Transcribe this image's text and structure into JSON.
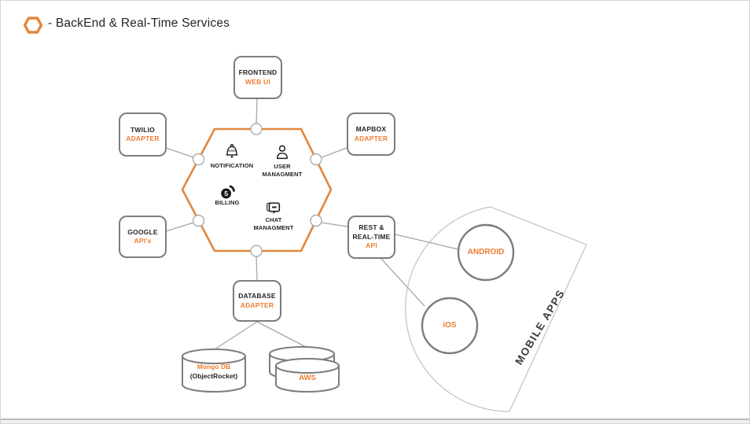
{
  "title": {
    "text": "- BackEnd & Real-Time Services"
  },
  "colors": {
    "accent_orange": "#ED7D31",
    "hexagon_stroke": "#E2873D",
    "node_border_gray": "#7C7C7C",
    "connector_gray": "#A6A6A6",
    "region_outline_gray": "#C2C2C2",
    "text_dark": "#262626"
  },
  "hexagon": {
    "services": [
      {
        "id": "notification",
        "icon": "bell-icon",
        "label": "NOTIFICATION"
      },
      {
        "id": "user-managment",
        "icon": "user-icon",
        "label_line1": "USER",
        "label_line2": "MANAGMENT"
      },
      {
        "id": "billing",
        "icon": "coin-icon",
        "coin_value": "5",
        "label": "BILLING"
      },
      {
        "id": "chat-managment",
        "icon": "chat-icon",
        "label_line1": "CHAT",
        "label_line2": "MANAGMENT"
      }
    ]
  },
  "nodes": [
    {
      "id": "frontend",
      "line1": "FRONTEND",
      "line2": "WEB UI"
    },
    {
      "id": "twilio",
      "line1": "TWILIO",
      "line2": "ADAPTER"
    },
    {
      "id": "mapbox",
      "line1": "MAPBOX",
      "line2": "ADAPTER"
    },
    {
      "id": "google",
      "line1": "GOOGLE",
      "line2": "API's"
    },
    {
      "id": "rest-api",
      "line1": "REST &",
      "line2": "REAL-TIME",
      "line3": "API"
    },
    {
      "id": "database",
      "line1": "DATABASE",
      "line2": "ADAPTER"
    }
  ],
  "mobile": {
    "region_label": "MOBILE APPS",
    "apps": [
      {
        "id": "android",
        "label": "ANDROID"
      },
      {
        "id": "ios",
        "label": "iOS"
      }
    ]
  },
  "databases": [
    {
      "id": "mongo",
      "line1": "Mongo DB",
      "line2": "(ObjectRocket)"
    },
    {
      "id": "aws",
      "line1": "AWS"
    }
  ]
}
